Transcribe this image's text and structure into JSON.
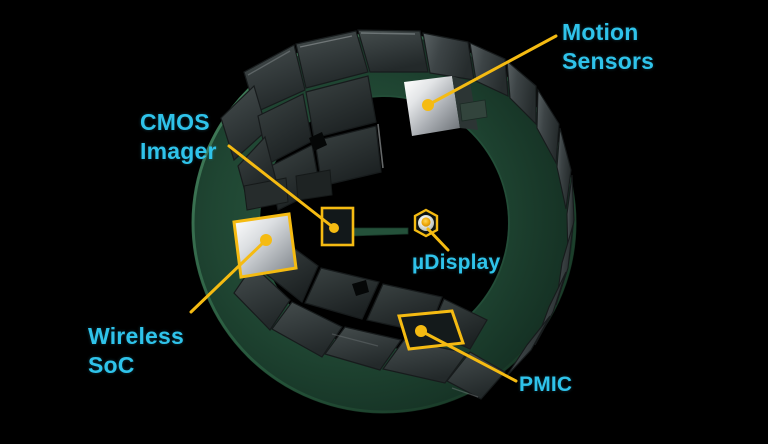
{
  "figure": {
    "title": "Smart contact lens scleral ring component callout diagram",
    "background_color": "#000000",
    "label_color": "#2fc3ea",
    "callout_color": "#f5bb12",
    "substrate_color": "#1f4532",
    "module_color": "#383f3f"
  },
  "labels": {
    "motion_sensors": "Motion\nSensors",
    "cmos_imager": "CMOS\nImager",
    "wireless_soc": "Wireless\nSoC",
    "udisplay": "µDisplay",
    "pmic": "PMIC"
  },
  "components": [
    {
      "id": "motion-sensors",
      "label": "Motion Sensors",
      "highlight_shape": "none",
      "chip_finish": "metallic-silver",
      "marker_dot": true,
      "position": "top-center-right"
    },
    {
      "id": "cmos-imager",
      "label": "CMOS Imager",
      "highlight_shape": "square-outline",
      "chip_finish": "dark",
      "marker_dot": true,
      "position": "center-left-inner"
    },
    {
      "id": "wireless-soc",
      "label": "Wireless SoC",
      "highlight_shape": "quad-outline",
      "chip_finish": "metallic-silver",
      "marker_dot": true,
      "position": "left"
    },
    {
      "id": "udisplay",
      "label": "µDisplay",
      "highlight_shape": "hexagon-outline",
      "chip_finish": "pale-lens",
      "marker_dot": true,
      "position": "center"
    },
    {
      "id": "pmic",
      "label": "PMIC",
      "highlight_shape": "quad-outline",
      "chip_finish": "dark",
      "marker_dot": true,
      "position": "bottom-center-right"
    }
  ],
  "ring": {
    "description": "Annular flexible green substrate carrying a chain of dark rigid module tiles, viewed at an oblique angle",
    "module_count": 22
  }
}
